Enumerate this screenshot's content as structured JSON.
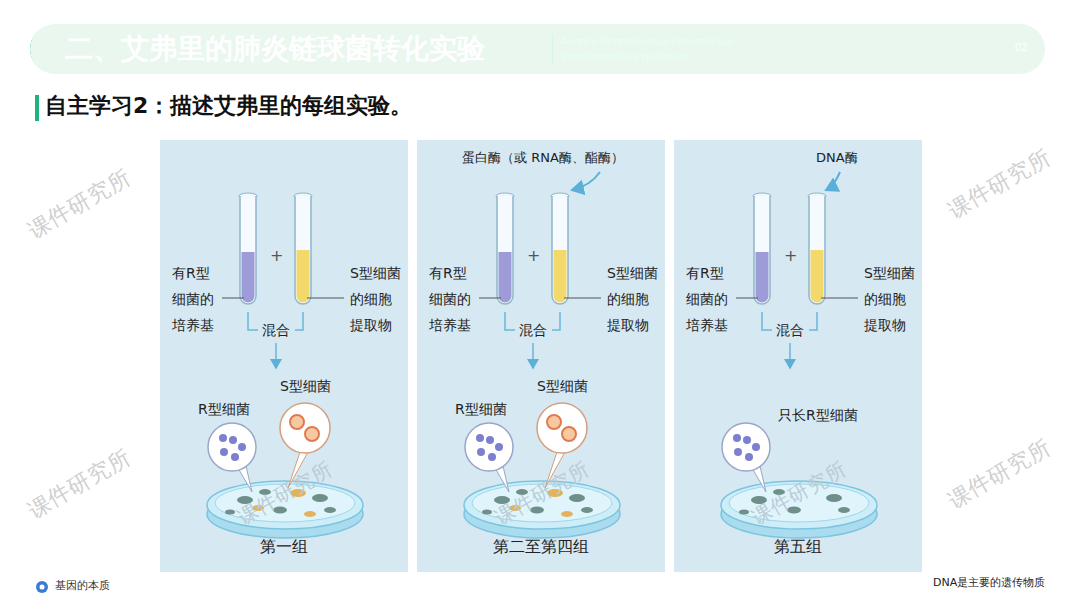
{
  "diagram": {
    "nodes": [
      {
        "text": [
          "二、艾弗里的肺炎链球菌转化实验",
          "Avery's Streptococcus pneumoniae transformation experiment"
        ]
      },
      {
        "text": [
          "02"
        ]
      },
      {
        "text": [
          "第一组"
        ]
      },
      {
        "text": [
          "第二至第四组"
        ]
      },
      {
        "text": [
          "第五组"
        ]
      }
    ],
    "labels": [
      "自主学习2：描述艾弗里的每组实验。",
      "有R型细菌的培养基",
      "+",
      "S型细菌的细胞提取物",
      "混合",
      "S型细菌",
      "R型细菌",
      "蛋白酶（或 RNA酶、酯酶）",
      "有R型细菌的培养基",
      "+",
      "S型细菌的细胞提取物",
      "混合",
      "S型细菌",
      "R型细菌",
      "DNA酶",
      "有R型细菌的培养基",
      "+",
      "S型细菌的细胞提取物",
      "混合",
      "只长R型细菌",
      "基因的本质",
      "DNA是主要的遗传物质",
      "课件研究所",
      "课件研究所",
      "课件研究所",
      "课件研究所",
      "课件研究所",
      "课件研究所",
      "课件研究所"
    ]
  }
}
